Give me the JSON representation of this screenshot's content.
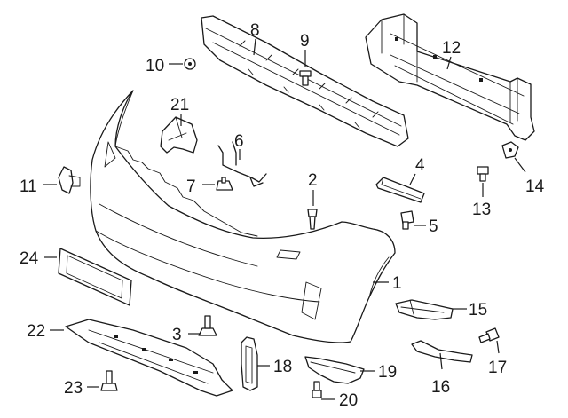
{
  "callouts": [
    {
      "id": "1",
      "label": "1"
    },
    {
      "id": "2",
      "label": "2"
    },
    {
      "id": "3",
      "label": "3"
    },
    {
      "id": "4",
      "label": "4"
    },
    {
      "id": "5",
      "label": "5"
    },
    {
      "id": "6",
      "label": "6"
    },
    {
      "id": "7",
      "label": "7"
    },
    {
      "id": "8",
      "label": "8"
    },
    {
      "id": "9",
      "label": "9"
    },
    {
      "id": "10",
      "label": "10"
    },
    {
      "id": "11",
      "label": "11"
    },
    {
      "id": "12",
      "label": "12"
    },
    {
      "id": "13",
      "label": "13"
    },
    {
      "id": "14",
      "label": "14"
    },
    {
      "id": "15",
      "label": "15"
    },
    {
      "id": "16",
      "label": "16"
    },
    {
      "id": "17",
      "label": "17"
    },
    {
      "id": "18",
      "label": "18"
    },
    {
      "id": "19",
      "label": "19"
    },
    {
      "id": "20",
      "label": "20"
    },
    {
      "id": "21",
      "label": "21"
    },
    {
      "id": "22",
      "label": "22"
    },
    {
      "id": "23",
      "label": "23"
    },
    {
      "id": "24",
      "label": "24"
    }
  ],
  "colors": {
    "line": "#1a1a1a",
    "background": "#ffffff"
  }
}
